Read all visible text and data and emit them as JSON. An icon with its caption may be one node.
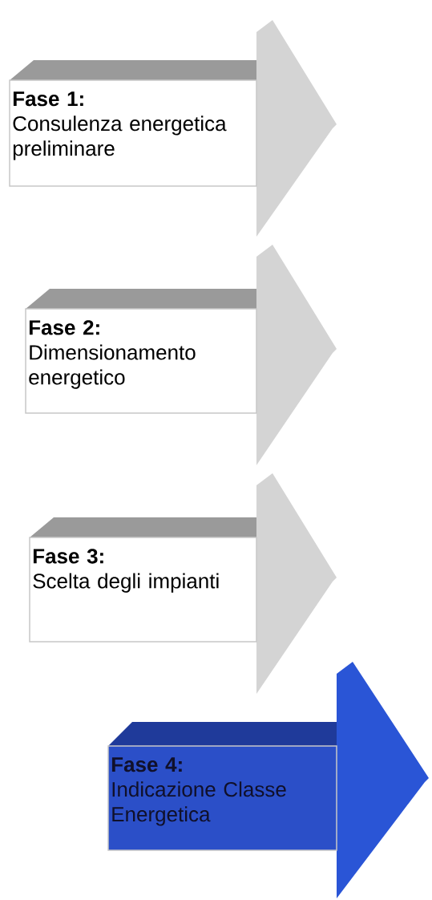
{
  "diagram": {
    "nodes": [
      {
        "text": [
          "Fase 1:",
          "Consulenza energetica preliminare"
        ]
      },
      {
        "text": [
          "Fase 2:",
          "Dimensionamento energetico"
        ]
      },
      {
        "text": [
          "Fase 3:",
          "Scelta degli impianti"
        ]
      },
      {
        "text": [
          "Fase 4:",
          "Indicazione Classe Energetica"
        ]
      }
    ]
  }
}
